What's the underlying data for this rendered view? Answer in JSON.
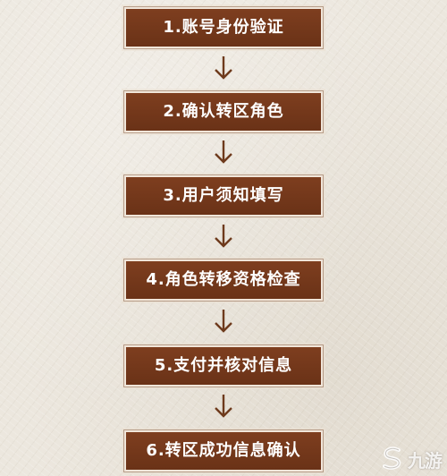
{
  "steps": [
    {
      "label": "1.账号身份验证"
    },
    {
      "label": "2.确认转区角色"
    },
    {
      "label": "3.用户须知填写"
    },
    {
      "label": "4.角色转移资格检查"
    },
    {
      "label": "5.支付并核对信息"
    },
    {
      "label": "6.转区成功信息确认"
    }
  ],
  "connectors": {
    "icon": "down-arrow-icon",
    "color": "#6e3a1c"
  },
  "colors": {
    "background": "#ece7de",
    "step_fill": "#75391b",
    "step_text": "#ffffff",
    "step_border": "#f1e6da"
  },
  "watermark": {
    "logo_icon": "s-swirl-logo",
    "text": "九游"
  }
}
